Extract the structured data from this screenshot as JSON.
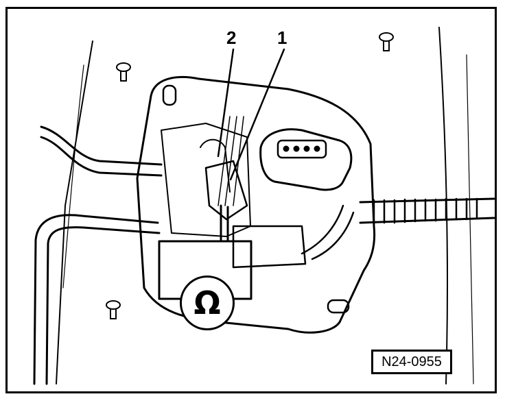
{
  "figure": {
    "code": "N24-0955",
    "callouts": [
      {
        "id": "1",
        "label": "1"
      },
      {
        "id": "2",
        "label": "2"
      }
    ],
    "meter_symbol": "Ω",
    "icons": [
      "bolt-head-icon",
      "ohmmeter-icon",
      "connector-icon"
    ]
  }
}
